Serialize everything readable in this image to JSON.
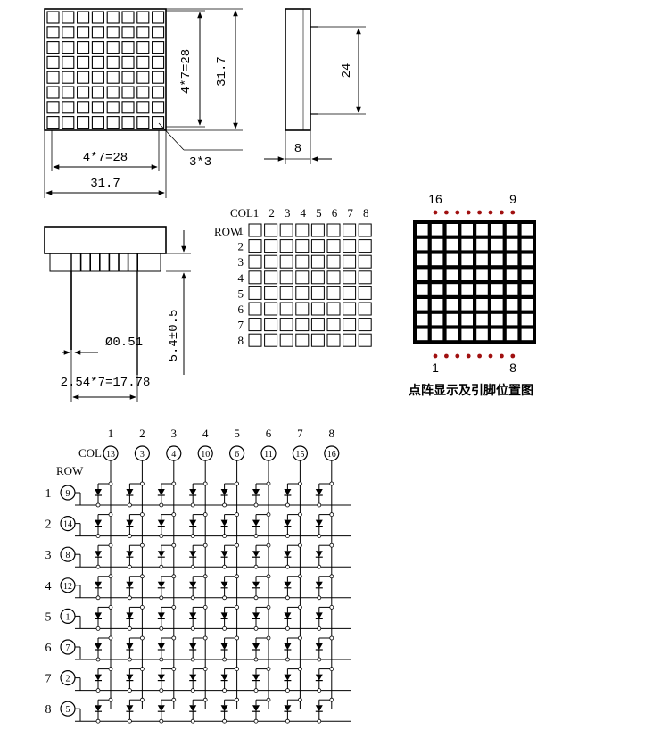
{
  "front_view": {
    "inner_width": "4*7=28",
    "outer_width": "31.7",
    "inner_height": "4*7=28",
    "outer_height": "31.7",
    "dot_size": "3*3"
  },
  "side_view": {
    "height": "24",
    "depth": "8"
  },
  "pin_view": {
    "pin_diameter": "Ø0.51",
    "pin_length": "5.4±0.5",
    "pitch": "2.54*7=17.78"
  },
  "matrix_grid": {
    "col_label": "COL",
    "row_label": "ROW",
    "col_numbers": [
      "1",
      "2",
      "3",
      "4",
      "5",
      "6",
      "7",
      "8"
    ],
    "row_numbers": [
      "1",
      "2",
      "3",
      "4",
      "5",
      "6",
      "7",
      "8"
    ]
  },
  "pin_layout": {
    "top_left": "16",
    "top_right": "9",
    "bottom_left": "1",
    "bottom_right": "8",
    "caption": "点阵显示及引脚位置图",
    "dot_color": "#a01010"
  },
  "schematic": {
    "col_label": "COL",
    "row_label": "ROW",
    "col_numbers": [
      "1",
      "2",
      "3",
      "4",
      "5",
      "6",
      "7",
      "8"
    ],
    "col_pins": [
      "13",
      "3",
      "4",
      "10",
      "6",
      "11",
      "15",
      "16"
    ],
    "row_numbers": [
      "1",
      "2",
      "3",
      "4",
      "5",
      "6",
      "7",
      "8"
    ],
    "row_pins": [
      "9",
      "14",
      "8",
      "12",
      "1",
      "7",
      "2",
      "5"
    ]
  }
}
